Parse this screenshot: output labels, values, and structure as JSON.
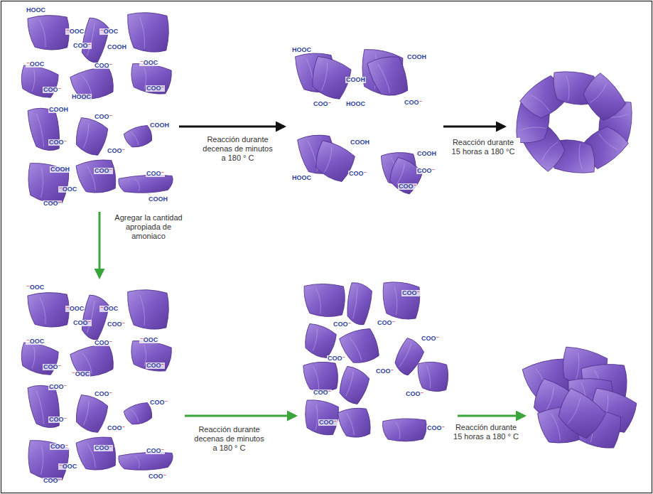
{
  "diagram": {
    "nodes": [
      {
        "text": [
          "HOOC",
          "⁻OOC",
          "⁻OOC",
          "COO⁻",
          "COOH",
          "⁻OOC",
          "⁻OOC",
          "COO⁻",
          "COO⁻",
          "COO⁻",
          "HOOC",
          "COOH",
          "COO⁻",
          "COOH",
          "COO⁻",
          "COO⁻",
          "COOH",
          "COO⁻",
          "COO⁻",
          "⁻OOC",
          "COOH",
          "COO⁻"
        ]
      },
      {
        "text": [
          "HOOC",
          "COOH",
          "COOH",
          "COO⁻",
          "HOOC",
          "COO⁻",
          "COOH",
          "COOH",
          "HOOC",
          "COO⁻",
          "COO⁻",
          "COO⁻"
        ]
      },
      {
        "text": []
      },
      {
        "text": [
          "⁻OOC",
          "⁻OOC",
          "⁻OOC",
          "COO⁻",
          "COO⁻",
          "⁻OOC",
          "⁻OOC",
          "COO⁻",
          "COO⁻",
          "COO⁻",
          "⁻OOC",
          "COO⁻",
          "COO⁻",
          "COO⁻",
          "COO⁻",
          "COO⁻",
          "COO⁻",
          "COO⁻",
          "COO⁻",
          "⁻OOC",
          "COO⁻",
          "COO⁻"
        ]
      },
      {
        "text": [
          "COO⁻",
          "COO⁻",
          "COO⁻",
          "COO⁻",
          "COO⁻",
          "COO⁻",
          "COO⁻",
          "COO⁻",
          "COO⁻",
          "COO⁻"
        ]
      },
      {
        "text": []
      }
    ],
    "edges": [
      {
        "from": 0,
        "to": 1,
        "arrow": "to",
        "label": "Reacción durante decenas de minutos a 180 ° C"
      },
      {
        "from": 1,
        "to": 2,
        "arrow": "to",
        "label": "Reacción durante 15 horas a 180 °C"
      },
      {
        "from": 0,
        "to": 3,
        "arrow": "to",
        "label": "Agregar la cantidad apropiada de amoniaco"
      },
      {
        "from": 3,
        "to": 4,
        "arrow": "to",
        "label": "Reacción durante decenas de minutos a 180 ° C"
      },
      {
        "from": 4,
        "to": 5,
        "arrow": "to",
        "label": "Reacción durante 15 horas a 180 ° C"
      }
    ]
  }
}
